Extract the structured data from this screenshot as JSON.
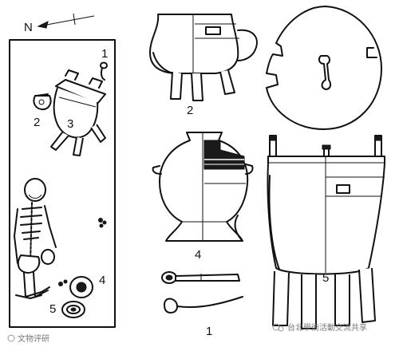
{
  "compass": {
    "letter": "N"
  },
  "labels": {
    "pit_1": "1",
    "pit_2": "2",
    "pit_3": "3",
    "pit_4": "4",
    "pit_5": "5",
    "jar": "2",
    "hu": "4",
    "spoon": "1",
    "ding": "5"
  },
  "watermark": {
    "left": "文物评研",
    "right": "台北學術活動交流共享"
  }
}
